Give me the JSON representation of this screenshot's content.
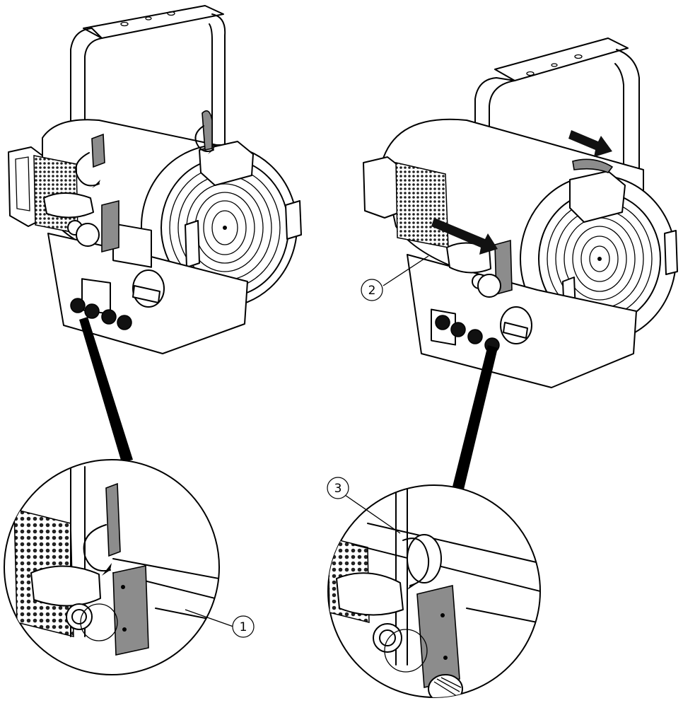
{
  "callouts": [
    {
      "id": "1",
      "label": "1"
    },
    {
      "id": "2",
      "label": "2"
    },
    {
      "id": "3",
      "label": "3"
    }
  ],
  "colors": {
    "line": "#000000",
    "grey_bracket": "#8c8c8c",
    "background": "#ffffff"
  },
  "icons": [
    "rotate-arrow-icon",
    "slide-arrow-icon"
  ]
}
